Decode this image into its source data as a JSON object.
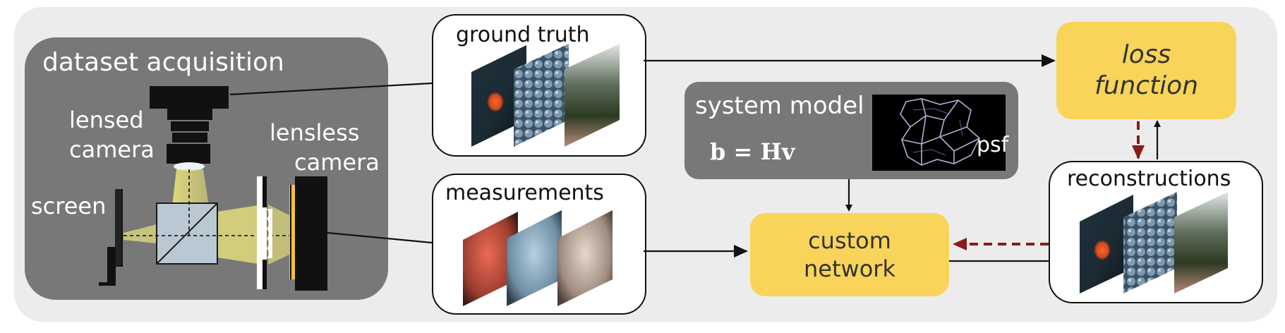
{
  "acquisition": {
    "title": "dataset acquisition",
    "lensed_line1": "lensed",
    "lensed_line2": "camera",
    "lensless_line1": "lensless",
    "lensless_line2": "camera",
    "screen": "screen"
  },
  "ground_truth": {
    "title": "ground truth"
  },
  "measurements": {
    "title": "measurements"
  },
  "system_model": {
    "title": "system model",
    "equation": "b = Hv",
    "psf_label": "psf"
  },
  "loss_function": {
    "line1": "loss",
    "line2": "function"
  },
  "custom_network": {
    "line1": "custom",
    "line2": "network"
  },
  "reconstructions": {
    "title": "reconstructions"
  },
  "colors": {
    "yellow_box": "#f8d45a",
    "dark_box": "#787878",
    "feedback_arrow": "#8b1a1a"
  }
}
